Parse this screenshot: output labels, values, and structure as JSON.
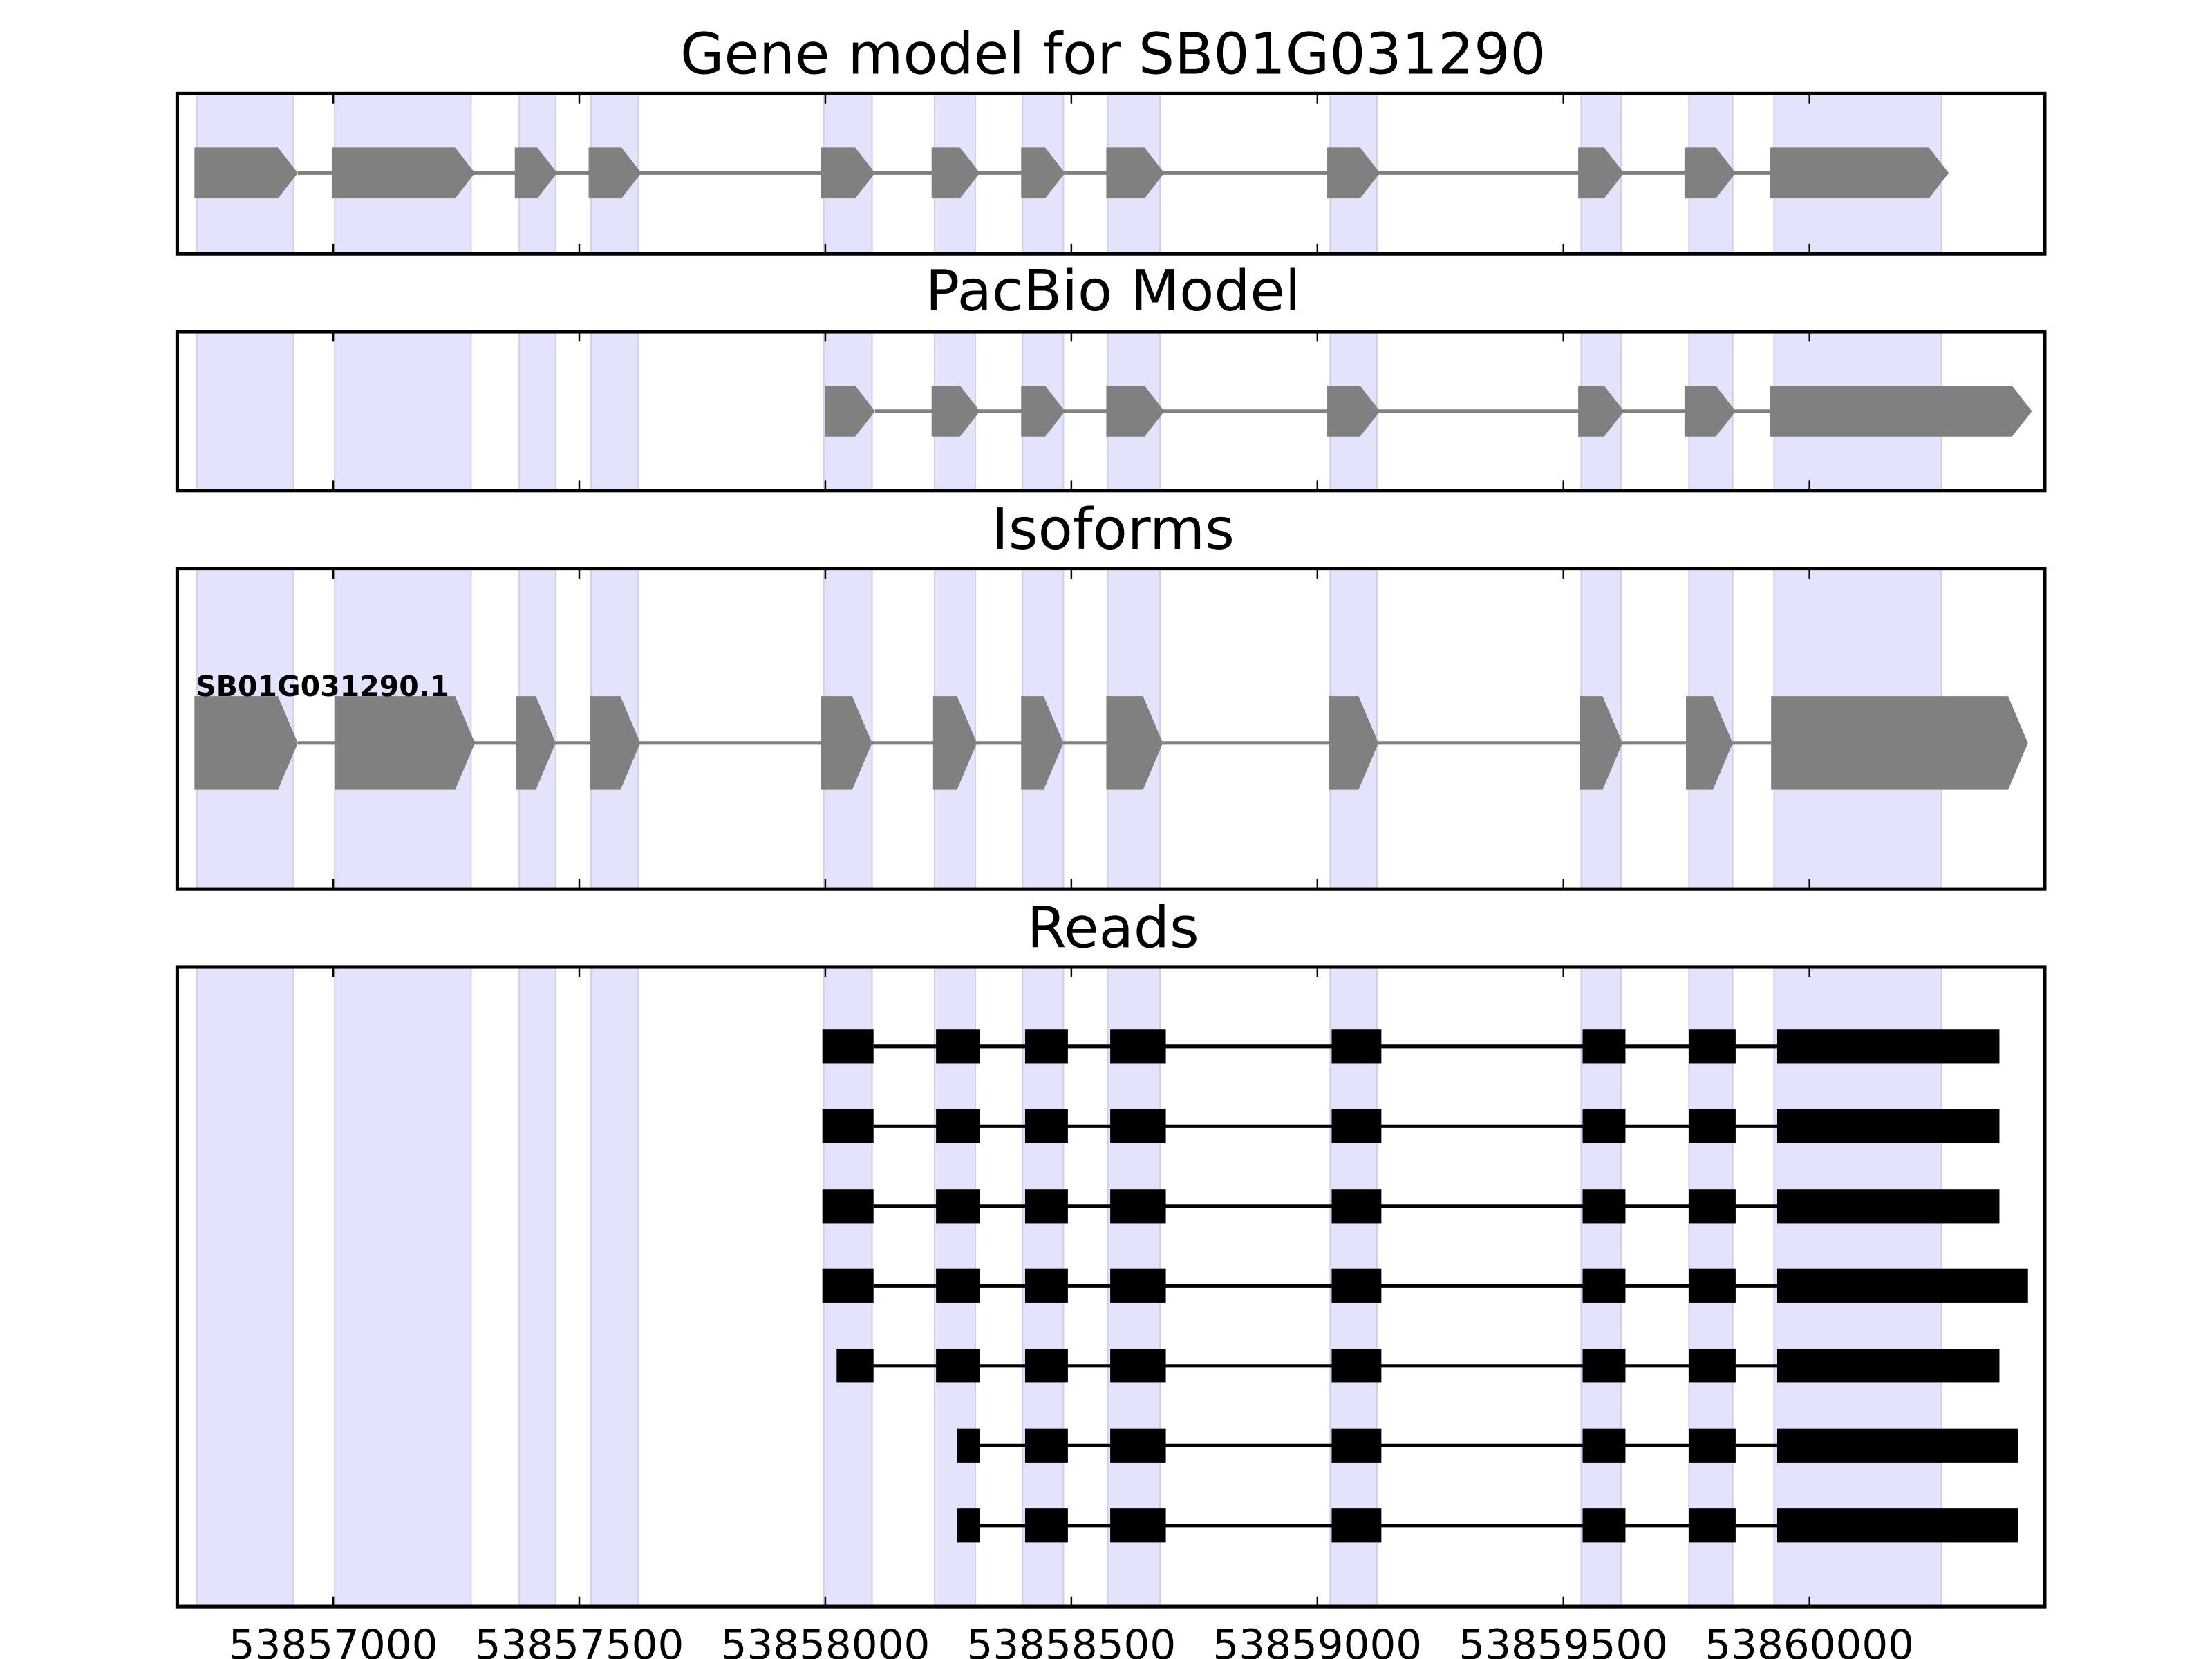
{
  "chart_data": {
    "type": "gene-track",
    "xlim": [
      53856683,
      53860478
    ],
    "xticks": [
      53857000,
      53857500,
      53858000,
      53858500,
      53859000,
      53859500,
      53860000
    ],
    "xtick_labels": [
      "53857000",
      "53857500",
      "53858000",
      "53858500",
      "53859000",
      "53859500",
      "53860000"
    ],
    "colors": {
      "shade": "#e3e3fc",
      "shade_edge": "#d0d0ee",
      "model": "#808080",
      "read": "#000000"
    },
    "shaded_regions": [
      [
        53856723,
        53856919
      ],
      [
        53857003,
        53857280
      ],
      [
        53857378,
        53857452
      ],
      [
        53857524,
        53857620
      ],
      [
        53857997,
        53858095
      ],
      [
        53858222,
        53858305
      ],
      [
        53858401,
        53858484
      ],
      [
        53858574,
        53858680
      ],
      [
        53859026,
        53859121
      ],
      [
        53859536,
        53859617
      ],
      [
        53859755,
        53859844
      ],
      [
        53859928,
        53860268
      ]
    ],
    "panels": [
      {
        "title": "Gene model for SB01G031290",
        "kind": "model",
        "exons": [
          [
            53856718,
            53856928
          ],
          [
            53856997,
            53857288
          ],
          [
            53857369,
            53857455
          ],
          [
            53857519,
            53857626
          ],
          [
            53857991,
            53858101
          ],
          [
            53858216,
            53858314
          ],
          [
            53858398,
            53858487
          ],
          [
            53858571,
            53858689
          ],
          [
            53859020,
            53859127
          ],
          [
            53859530,
            53859623
          ],
          [
            53859746,
            53859850
          ],
          [
            53859919,
            53860283
          ]
        ]
      },
      {
        "title": "PacBio Model",
        "kind": "model",
        "exons": [
          [
            53858000,
            53858101
          ],
          [
            53858216,
            53858314
          ],
          [
            53858398,
            53858487
          ],
          [
            53858571,
            53858689
          ],
          [
            53859020,
            53859127
          ],
          [
            53859530,
            53859623
          ],
          [
            53859746,
            53859850
          ],
          [
            53859919,
            53860452
          ]
        ]
      },
      {
        "title": "Isoforms",
        "kind": "isoform",
        "label": "SB01G031290.1",
        "exons": [
          [
            53856718,
            53856928
          ],
          [
            53857003,
            53857288
          ],
          [
            53857372,
            53857452
          ],
          [
            53857522,
            53857624
          ],
          [
            53857991,
            53858095
          ],
          [
            53858219,
            53858308
          ],
          [
            53858398,
            53858484
          ],
          [
            53858571,
            53858686
          ],
          [
            53859023,
            53859124
          ],
          [
            53859533,
            53859620
          ],
          [
            53859749,
            53859844
          ],
          [
            53859922,
            53860444
          ]
        ]
      },
      {
        "title": "Reads",
        "kind": "reads",
        "reads": [
          [
            [
              53857994,
              53858098
            ],
            [
              53858225,
              53858314
            ],
            [
              53858406,
              53858493
            ],
            [
              53858579,
              53858692
            ],
            [
              53859029,
              53859130
            ],
            [
              53859539,
              53859626
            ],
            [
              53859755,
              53859850
            ],
            [
              53859933,
              53860386
            ]
          ],
          [
            [
              53857994,
              53858098
            ],
            [
              53858225,
              53858314
            ],
            [
              53858406,
              53858493
            ],
            [
              53858579,
              53858692
            ],
            [
              53859029,
              53859130
            ],
            [
              53859539,
              53859626
            ],
            [
              53859755,
              53859850
            ],
            [
              53859933,
              53860386
            ]
          ],
          [
            [
              53857994,
              53858098
            ],
            [
              53858225,
              53858314
            ],
            [
              53858406,
              53858493
            ],
            [
              53858579,
              53858692
            ],
            [
              53859029,
              53859130
            ],
            [
              53859539,
              53859626
            ],
            [
              53859755,
              53859850
            ],
            [
              53859933,
              53860386
            ]
          ],
          [
            [
              53857994,
              53858098
            ],
            [
              53858225,
              53858314
            ],
            [
              53858406,
              53858493
            ],
            [
              53858579,
              53858692
            ],
            [
              53859029,
              53859130
            ],
            [
              53859539,
              53859626
            ],
            [
              53859755,
              53859850
            ],
            [
              53859933,
              53860444
            ]
          ],
          [
            [
              53858023,
              53858098
            ],
            [
              53858225,
              53858314
            ],
            [
              53858406,
              53858493
            ],
            [
              53858579,
              53858692
            ],
            [
              53859029,
              53859130
            ],
            [
              53859539,
              53859626
            ],
            [
              53859755,
              53859850
            ],
            [
              53859933,
              53860386
            ]
          ],
          [
            [
              53858268,
              53858314
            ],
            [
              53858406,
              53858493
            ],
            [
              53858579,
              53858692
            ],
            [
              53859029,
              53859130
            ],
            [
              53859539,
              53859626
            ],
            [
              53859755,
              53859850
            ],
            [
              53859933,
              53860424
            ]
          ],
          [
            [
              53858268,
              53858314
            ],
            [
              53858406,
              53858493
            ],
            [
              53858579,
              53858692
            ],
            [
              53859029,
              53859130
            ],
            [
              53859539,
              53859626
            ],
            [
              53859755,
              53859850
            ],
            [
              53859933,
              53860424
            ]
          ]
        ]
      }
    ]
  }
}
